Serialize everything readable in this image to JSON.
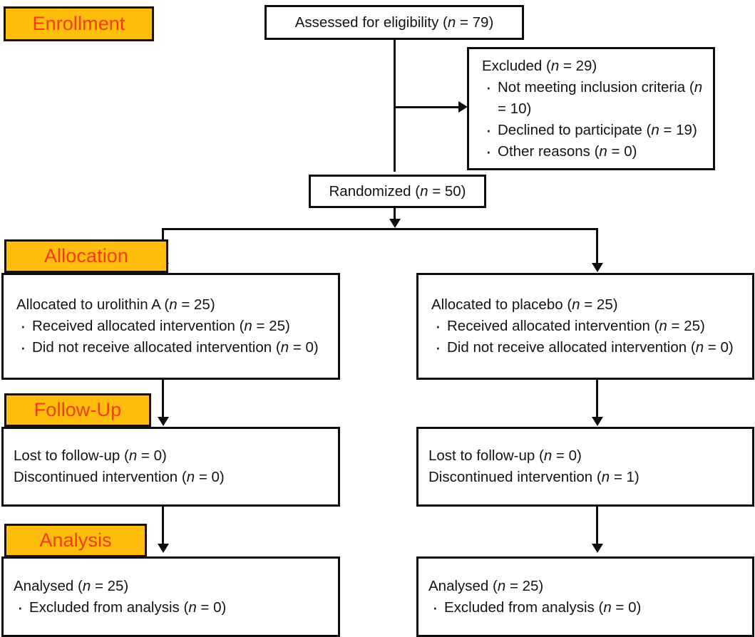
{
  "diagram": {
    "title": "CONSORT participant flow diagram",
    "colors": {
      "label_fill": "#FFBE0B",
      "label_text": "#F53A13",
      "box_border": "#0d0d0d",
      "background": "#ffffff"
    }
  },
  "stages": {
    "enrollment": "Enrollment",
    "allocation": "Allocation",
    "followup": "Follow-Up",
    "analysis": "Analysis"
  },
  "enrollment": {
    "assessed": {
      "text": "Assessed for eligibility (",
      "n_symbol": "n",
      "n_value": " = 79)"
    },
    "excluded": {
      "heading": "Excluded (",
      "heading_n": "n",
      "heading_value": " = 29)",
      "reasons": [
        {
          "text": "Not meeting inclusion criteria (",
          "n_symbol": "n",
          "n_value": " = 10)"
        },
        {
          "text": "Declined to participate (",
          "n_symbol": "n",
          "n_value": " = 19)"
        },
        {
          "text": "Other reasons (",
          "n_symbol": "n",
          "n_value": " = 0)"
        }
      ]
    },
    "randomized": {
      "text": "Randomized (",
      "n_symbol": "n",
      "n_value": " = 50)"
    }
  },
  "arms": {
    "left": {
      "allocation": {
        "heading": "Allocated to urolithin A (",
        "heading_n": "n",
        "heading_value": " = 25)",
        "items": [
          {
            "text": "Received allocated intervention (",
            "n_symbol": "n",
            "n_value": " = 25)"
          },
          {
            "text": "Did not receive allocated intervention (",
            "n_symbol": "n",
            "n_value": " = 0)"
          }
        ]
      },
      "followup": {
        "lines": [
          {
            "text": "Lost to follow-up (",
            "n_symbol": "n",
            "n_value": " = 0)"
          },
          {
            "text": "Discontinued intervention (",
            "n_symbol": "n",
            "n_value": " = 0)"
          }
        ]
      },
      "analysis": {
        "heading": "Analysed (",
        "heading_n": "n",
        "heading_value": " = 25)",
        "items": [
          {
            "text": "Excluded from analysis (",
            "n_symbol": "n",
            "n_value": " = 0)"
          }
        ]
      }
    },
    "right": {
      "allocation": {
        "heading": "Allocated to placebo (",
        "heading_n": "n",
        "heading_value": " = 25)",
        "items": [
          {
            "text": "Received allocated intervention (",
            "n_symbol": "n",
            "n_value": " = 25)"
          },
          {
            "text": "Did not receive allocated intervention (",
            "n_symbol": "n",
            "n_value": " = 0)"
          }
        ]
      },
      "followup": {
        "lines": [
          {
            "text": "Lost to follow-up (",
            "n_symbol": "n",
            "n_value": " = 0)"
          },
          {
            "text": "Discontinued intervention (",
            "n_symbol": "n",
            "n_value": " = 1)"
          }
        ]
      },
      "analysis": {
        "heading": "Analysed (",
        "heading_n": "n",
        "heading_value": " = 25)",
        "items": [
          {
            "text": "Excluded from analysis (",
            "n_symbol": "n",
            "n_value": " = 0)"
          }
        ]
      }
    }
  }
}
